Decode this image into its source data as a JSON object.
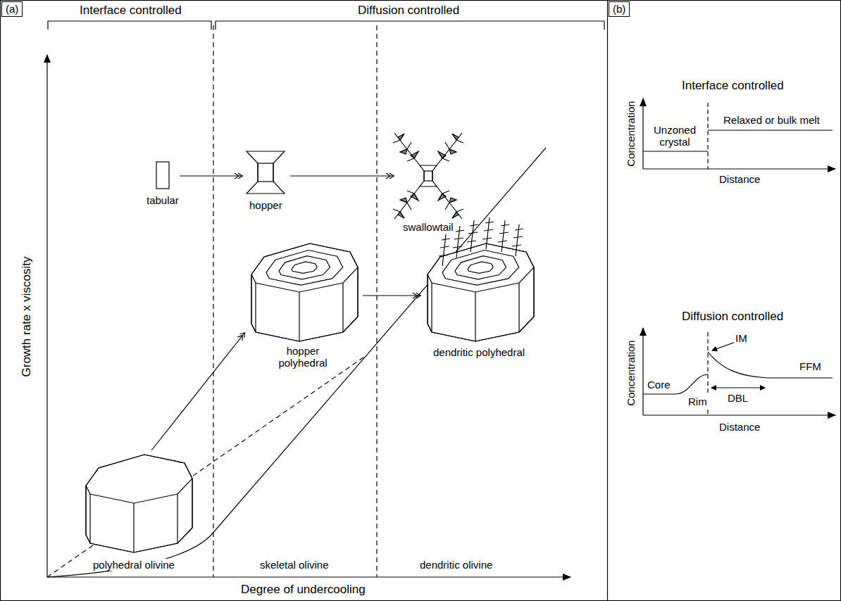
{
  "diagram": {
    "nodes": [
      {
        "text": [
          "(a)"
        ]
      },
      {
        "text": [
          "(b)"
        ]
      }
    ],
    "labels": [
      "Interface controlled",
      "Diffusion controlled",
      "tabular",
      "hopper",
      "swallowtail",
      "hopper polyhedral",
      "dendritic polyhedral",
      "polyhedral olivine",
      "skeletal olivine",
      "dendritic olivine",
      "Growth rate x viscosity",
      "Degree of undercooling",
      "Interface controlled",
      "Concentration",
      "Unzoned crystal",
      "Relaxed or bulk melt",
      "Distance",
      "Diffusion controlled",
      "Concentration",
      "IM",
      "FFM",
      "Core",
      "Rim",
      "DBL",
      "Distance"
    ]
  }
}
